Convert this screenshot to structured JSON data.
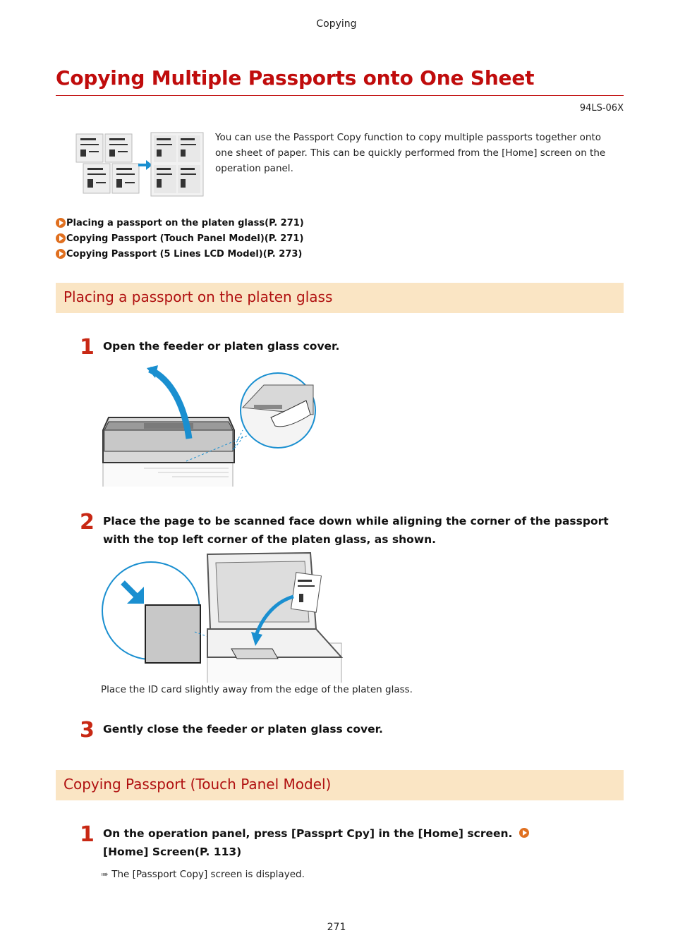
{
  "header": {
    "section": "Copying"
  },
  "page": {
    "title": "Copying Multiple Passports onto One Sheet",
    "doc_id": "94LS-06X",
    "intro": "You can use the Passport Copy function to copy multiple passports together onto one sheet of paper. This can be quickly performed from the [Home] screen on the operation panel.",
    "links": [
      "Placing a passport on the platen glass(P. 271)",
      "Copying Passport (Touch Panel Model)(P. 271)",
      "Copying Passport (5 Lines LCD Model)(P. 273)"
    ]
  },
  "section1": {
    "title": "Placing a passport on the platen glass",
    "steps": [
      {
        "num": "1",
        "text": "Open the feeder or platen glass cover."
      },
      {
        "num": "2",
        "text": "Place the page to be scanned face down while aligning the corner of the passport with the top left corner of the platen glass, as shown.",
        "note": "Place the ID card slightly away from the edge of the platen glass."
      },
      {
        "num": "3",
        "text": "Gently close the feeder or platen glass cover."
      }
    ]
  },
  "section2": {
    "title": "Copying Passport (Touch Panel Model)",
    "steps": [
      {
        "num": "1",
        "text": "On the operation panel, press [Passprt Cpy] in the [Home] screen.",
        "link": "[Home] Screen(P. 113)",
        "result": "The [Passport Copy] screen is displayed."
      }
    ]
  },
  "footer": {
    "page_number": "271"
  }
}
